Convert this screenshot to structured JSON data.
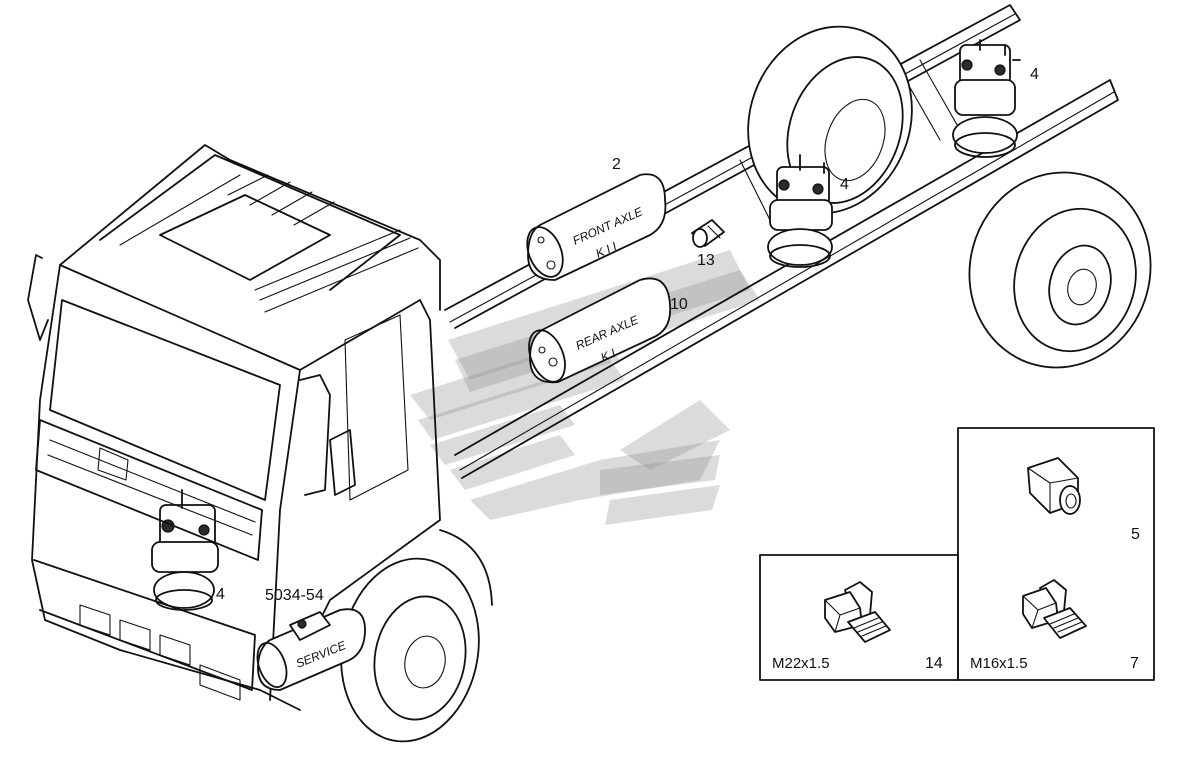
{
  "callouts": {
    "front_tank": "2",
    "rear_tank": "10",
    "valve_fitting": "13",
    "valve_front": "4",
    "valve_mid": "4",
    "valve_rear": "4",
    "fitting_straight": "5",
    "fitting_m22": "14",
    "fitting_m16": "7",
    "code": "5034-54"
  },
  "tank_labels": {
    "front_line1": "FRONT AXLE",
    "front_line2": "K I I",
    "rear_line1": "REAR AXLE",
    "rear_line2": "K I",
    "service": "SERVICE"
  },
  "thread_labels": {
    "m22": "M22x1.5",
    "m16": "M16x1.5"
  },
  "colors": {
    "ink": "#111111",
    "paper": "#ffffff",
    "watermark": "#8f8f8f"
  }
}
